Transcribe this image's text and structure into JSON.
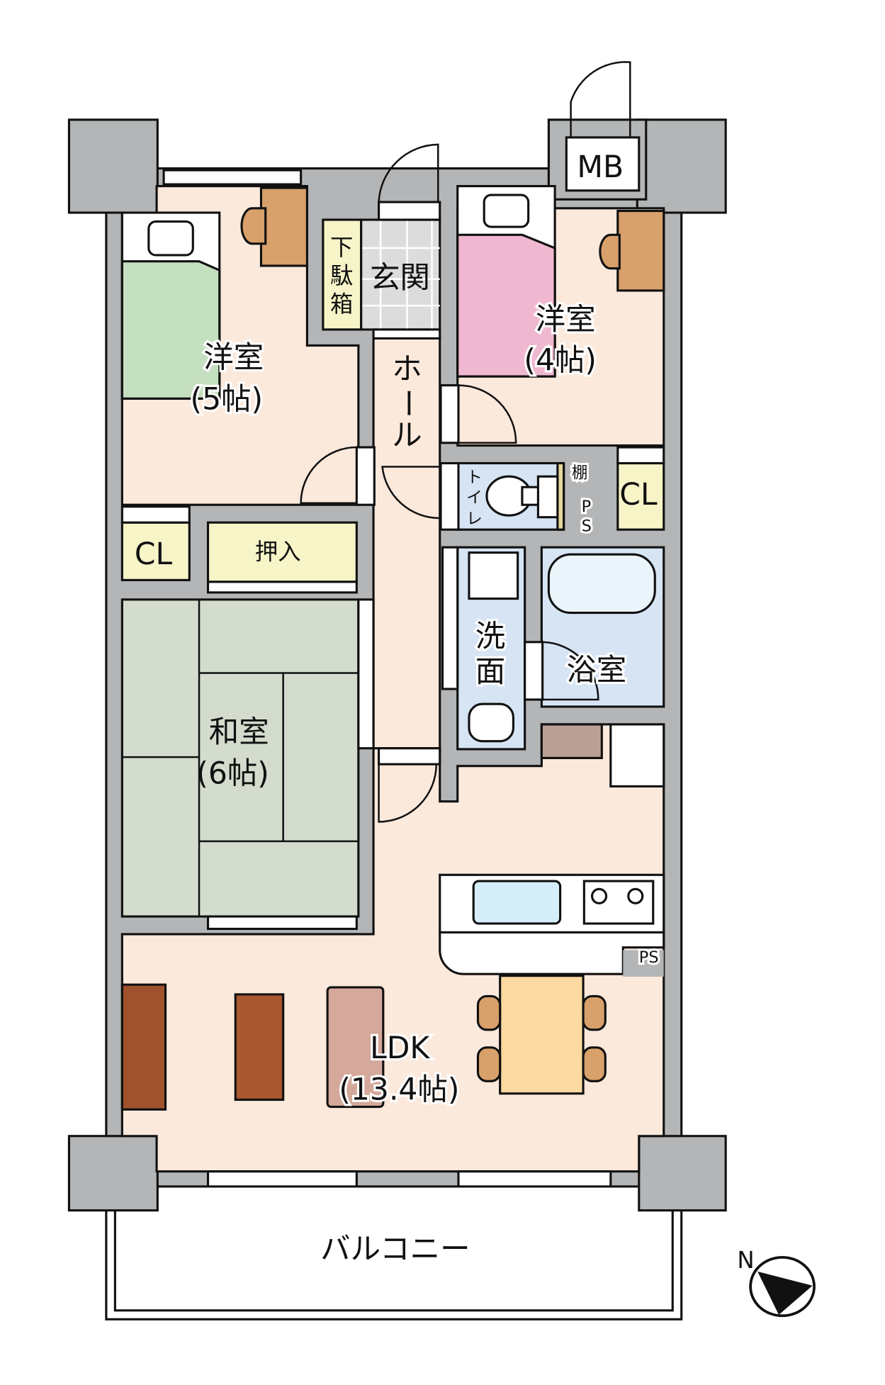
{
  "rooms": {
    "western_5": {
      "name": "洋室",
      "size": "(5帖)"
    },
    "western_4": {
      "name": "洋室",
      "size": "(4帖)"
    },
    "japanese": {
      "name": "和室",
      "size": "(6帖)"
    },
    "ldk": {
      "name": "LDK",
      "size": "(13.4帖)"
    },
    "entrance": "玄関",
    "shoe_box": [
      "下",
      "駄",
      "箱"
    ],
    "hall": [
      "ホ",
      "ー",
      "ル"
    ],
    "toilet": [
      "ト",
      "イ",
      "レ"
    ],
    "shelf": "棚",
    "ps_vertical": [
      "P",
      "S"
    ],
    "ps": "PS",
    "closet_left": "CL",
    "closet_right": "CL",
    "oshiire": "押入",
    "washroom": [
      "洗",
      "面"
    ],
    "bathroom": "浴室",
    "mb": "MB",
    "balcony": "バルコニー"
  },
  "compass": {
    "label": "N"
  },
  "colors": {
    "wall": "#b3b5b6",
    "floor": "#fbe9dc",
    "tatami": "#d3dccd",
    "closet": "#f7f5c8",
    "water": "#d6e4f4",
    "entrance_tile": "#dcdcdc"
  }
}
